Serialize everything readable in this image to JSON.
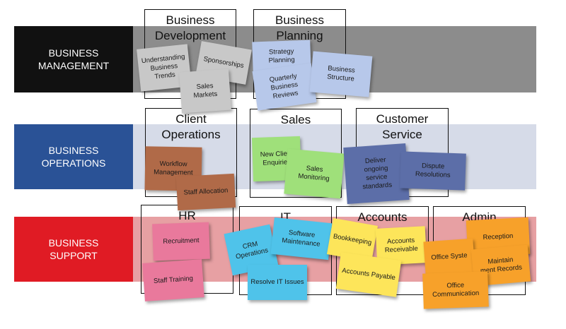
{
  "bands": [
    {
      "label": "BUSINESS\nMANAGEMENT",
      "color": "#111111",
      "band_color": "#8c8c8c"
    },
    {
      "label": "BUSINESS\nOPERATIONS",
      "color": "#2a5296",
      "band_color": "#d6dbe8"
    },
    {
      "label": "BUSINESS\nSUPPORT",
      "color": "#e01b24",
      "band_color": "#e7a0a3"
    }
  ],
  "departments": {
    "business_development": "Business\nDevelopment",
    "business_planning": "Business\nPlanning",
    "client_operations": "Client\nOperations",
    "sales": "Sales",
    "customer_service": "Customer\nService",
    "hr": "HR",
    "it": "IT",
    "accounts": "Accounts",
    "admin": "Admin"
  },
  "notes": {
    "understanding_business_trends": "Understanding\nBusiness\nTrends",
    "sponsorships": "Sponsorships",
    "sales_markets": "Sales\nMarkets",
    "strategy_planning": "Strategy Planning",
    "quarterly_business_reviews": "Quarterly Business\nReviews",
    "business_structure": "Business Structure",
    "workflow_management": "Workflow\nManagement",
    "staff_allocation": "Staff Allocation",
    "new_client_enquiries": "New Client\nEnquiries",
    "sales_monitoring": "Sales\nMonitoring",
    "deliver_ongoing_service_standards": "Deliver\nongoing\nservice\nstandards",
    "dispute_resolutions": "Dispute\nResolutions",
    "recruitment": "Recruitment",
    "staff_training": "Staff Training",
    "crm_operations": "CRM\nOperations",
    "software_maintenance": "Software\nMaintenance",
    "resolve_it_issues": "Resolve IT Issues",
    "bookkeeping": "Bookkeeping",
    "accounts_receivable": "Accounts\nReceivable",
    "accounts_payable": "Accounts Payable",
    "reception": "Reception",
    "office_systems": "Office Syste",
    "maintain_records": "Maintain\nment Records",
    "office_communication": "Office\nCommunication"
  },
  "colors": {
    "grey_note": "#c8c8c8",
    "blue_note": "#b7c8ea",
    "brown_note": "#b06a48",
    "green_note": "#9fe07a",
    "navy_note": "#5c6ea8",
    "pink_note": "#e9799c",
    "cyan_note": "#4fc3ea",
    "yellow_note": "#fde55a",
    "orange_note": "#f7a12a"
  }
}
